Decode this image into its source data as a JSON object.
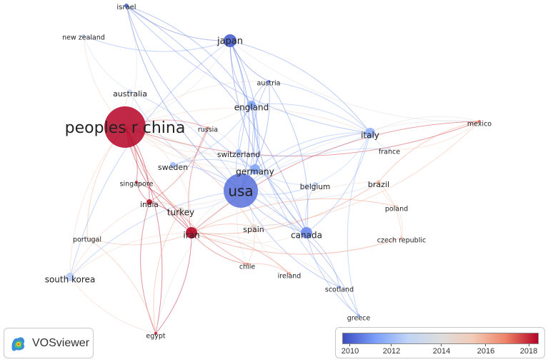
{
  "colors": {
    "scale_stops": [
      "#3b4cc0",
      "#7b9ff9",
      "#c0d4f5",
      "#dddddd",
      "#f2cbb7",
      "#ee8468",
      "#b40426"
    ]
  },
  "nodes": [
    {
      "id": "peoples_r_china",
      "label": "peoples r china",
      "year": 2018.0
    },
    {
      "id": "usa",
      "label": "usa",
      "year": 2010.6
    },
    {
      "id": "japan",
      "label": "japan",
      "year": 2010.3
    },
    {
      "id": "israel",
      "label": "israel",
      "year": 2010.5
    },
    {
      "id": "new_zealand",
      "label": "new zealand",
      "year": 2012.5
    },
    {
      "id": "australia",
      "label": "australia",
      "year": 2013.0
    },
    {
      "id": "austria",
      "label": "austria",
      "year": 2011.0
    },
    {
      "id": "england",
      "label": "england",
      "year": 2011.5
    },
    {
      "id": "russia",
      "label": "russia",
      "year": 2016.5
    },
    {
      "id": "mexico",
      "label": "mexico",
      "year": 2017.0
    },
    {
      "id": "italy",
      "label": "italy",
      "year": 2011.8
    },
    {
      "id": "switzerland",
      "label": "switzerland",
      "year": 2012.0
    },
    {
      "id": "france",
      "label": "france",
      "year": 2013.5
    },
    {
      "id": "sweden",
      "label": "sweden",
      "year": 2012.0
    },
    {
      "id": "germany",
      "label": "germany",
      "year": 2011.5
    },
    {
      "id": "singapore",
      "label": "singapore",
      "year": 2017.5
    },
    {
      "id": "belgium",
      "label": "belgium",
      "year": 2012.5
    },
    {
      "id": "brazil",
      "label": "brazil",
      "year": 2015.5
    },
    {
      "id": "india",
      "label": "india",
      "year": 2017.8
    },
    {
      "id": "turkey",
      "label": "turkey",
      "year": 2014.5
    },
    {
      "id": "poland",
      "label": "poland",
      "year": 2015.0
    },
    {
      "id": "portugal",
      "label": "portugal",
      "year": 2014.0
    },
    {
      "id": "iran",
      "label": "iran",
      "year": 2018.0
    },
    {
      "id": "spain",
      "label": "spain",
      "year": 2014.5
    },
    {
      "id": "canada",
      "label": "canada",
      "year": 2011.0
    },
    {
      "id": "czech_republic",
      "label": "czech republic",
      "year": 2015.5
    },
    {
      "id": "south_korea",
      "label": "south korea",
      "year": 2012.5
    },
    {
      "id": "chile",
      "label": "chile",
      "year": 2016.5
    },
    {
      "id": "ireland",
      "label": "ireland",
      "year": 2016.0
    },
    {
      "id": "scotland",
      "label": "scotland",
      "year": 2011.5
    },
    {
      "id": "greece",
      "label": "greece",
      "year": 2011.5
    },
    {
      "id": "egypt",
      "label": "egypt",
      "year": 2017.8
    }
  ],
  "edges": [
    [
      "peoples_r_china",
      "usa"
    ],
    [
      "peoples_r_china",
      "japan"
    ],
    [
      "peoples_r_china",
      "australia"
    ],
    [
      "peoples_r_china",
      "england"
    ],
    [
      "peoples_r_china",
      "canada"
    ],
    [
      "peoples_r_china",
      "iran"
    ],
    [
      "peoples_r_china",
      "india"
    ],
    [
      "peoples_r_china",
      "south_korea"
    ],
    [
      "peoples_r_china",
      "singapore"
    ],
    [
      "peoples_r_china",
      "germany"
    ],
    [
      "peoples_r_china",
      "italy"
    ],
    [
      "peoples_r_china",
      "israel"
    ],
    [
      "peoples_r_china",
      "new_zealand"
    ],
    [
      "peoples_r_china",
      "mexico"
    ],
    [
      "peoples_r_china",
      "egypt"
    ],
    [
      "peoples_r_china",
      "portugal"
    ],
    [
      "peoples_r_china",
      "sweden"
    ],
    [
      "peoples_r_china",
      "turkey"
    ],
    [
      "peoples_r_china",
      "spain"
    ],
    [
      "peoples_r_china",
      "chile"
    ],
    [
      "peoples_r_china",
      "russia"
    ],
    [
      "peoples_r_china",
      "switzerland"
    ],
    [
      "peoples_r_china",
      "austria"
    ],
    [
      "usa",
      "japan"
    ],
    [
      "usa",
      "israel"
    ],
    [
      "usa",
      "england"
    ],
    [
      "usa",
      "italy"
    ],
    [
      "usa",
      "canada"
    ],
    [
      "usa",
      "germany"
    ],
    [
      "usa",
      "belgium"
    ],
    [
      "usa",
      "spain"
    ],
    [
      "usa",
      "iran"
    ],
    [
      "usa",
      "india"
    ],
    [
      "usa",
      "south_korea"
    ],
    [
      "usa",
      "australia"
    ],
    [
      "usa",
      "scotland"
    ],
    [
      "usa",
      "greece"
    ],
    [
      "usa",
      "brazil"
    ],
    [
      "usa",
      "switzerland"
    ],
    [
      "usa",
      "sweden"
    ],
    [
      "usa",
      "france"
    ],
    [
      "usa",
      "austria"
    ],
    [
      "usa",
      "mexico"
    ],
    [
      "usa",
      "chile"
    ],
    [
      "usa",
      "turkey"
    ],
    [
      "usa",
      "egypt"
    ],
    [
      "japan",
      "israel"
    ],
    [
      "japan",
      "england"
    ],
    [
      "japan",
      "italy"
    ],
    [
      "japan",
      "canada"
    ],
    [
      "japan",
      "germany"
    ],
    [
      "japan",
      "austria"
    ],
    [
      "japan",
      "switzerland"
    ],
    [
      "japan",
      "mexico"
    ],
    [
      "japan",
      "new_zealand"
    ],
    [
      "japan",
      "south_korea"
    ],
    [
      "israel",
      "england"
    ],
    [
      "israel",
      "germany"
    ],
    [
      "israel",
      "canada"
    ],
    [
      "israel",
      "italy"
    ],
    [
      "england",
      "italy"
    ],
    [
      "england",
      "canada"
    ],
    [
      "england",
      "germany"
    ],
    [
      "england",
      "switzerland"
    ],
    [
      "england",
      "austria"
    ],
    [
      "england",
      "scotland"
    ],
    [
      "england",
      "sweden"
    ],
    [
      "italy",
      "germany"
    ],
    [
      "italy",
      "canada"
    ],
    [
      "italy",
      "france"
    ],
    [
      "italy",
      "switzerland"
    ],
    [
      "italy",
      "austria"
    ],
    [
      "italy",
      "belgium"
    ],
    [
      "italy",
      "greece"
    ],
    [
      "italy",
      "mexico"
    ],
    [
      "canada",
      "germany"
    ],
    [
      "canada",
      "scotland"
    ],
    [
      "canada",
      "greece"
    ],
    [
      "canada",
      "iran"
    ],
    [
      "canada",
      "spain"
    ],
    [
      "canada",
      "belgium"
    ],
    [
      "canada",
      "austria"
    ],
    [
      "canada",
      "switzerland"
    ],
    [
      "iran",
      "india"
    ],
    [
      "iran",
      "egypt"
    ],
    [
      "iran",
      "turkey"
    ],
    [
      "iran",
      "spain"
    ],
    [
      "iran",
      "chile"
    ],
    [
      "iran",
      "ireland"
    ],
    [
      "iran",
      "singapore"
    ],
    [
      "iran",
      "mexico"
    ],
    [
      "iran",
      "brazil"
    ],
    [
      "iran",
      "poland"
    ],
    [
      "iran",
      "czech_republic"
    ],
    [
      "iran",
      "portugal"
    ],
    [
      "iran",
      "south_korea"
    ],
    [
      "iran",
      "russia"
    ],
    [
      "iran",
      "sweden"
    ],
    [
      "iran",
      "scotland"
    ],
    [
      "india",
      "egypt"
    ],
    [
      "india",
      "singapore"
    ],
    [
      "india",
      "south_korea"
    ],
    [
      "india",
      "turkey"
    ],
    [
      "india",
      "russia"
    ],
    [
      "spain",
      "chile"
    ],
    [
      "spain",
      "ireland"
    ],
    [
      "spain",
      "brazil"
    ],
    [
      "spain",
      "mexico"
    ],
    [
      "germany",
      "switzerland"
    ],
    [
      "germany",
      "sweden"
    ],
    [
      "germany",
      "austria"
    ],
    [
      "germany",
      "belgium"
    ],
    [
      "brazil",
      "mexico"
    ],
    [
      "brazil",
      "poland"
    ],
    [
      "brazil",
      "czech_republic"
    ],
    [
      "france",
      "mexico"
    ],
    [
      "poland",
      "czech_republic"
    ],
    [
      "south_korea",
      "egypt"
    ],
    [
      "portugal",
      "egypt"
    ],
    [
      "turkey",
      "egypt"
    ],
    [
      "chile",
      "ireland"
    ],
    [
      "scotland",
      "greece"
    ],
    [
      "russia",
      "switzerland"
    ],
    [
      "new_zealand",
      "australia"
    ],
    [
      "australia",
      "usa"
    ]
  ],
  "legend": {
    "brand": "VOSviewer",
    "ticks": [
      "2010",
      "2012",
      "2014",
      "2016",
      "2018"
    ]
  }
}
